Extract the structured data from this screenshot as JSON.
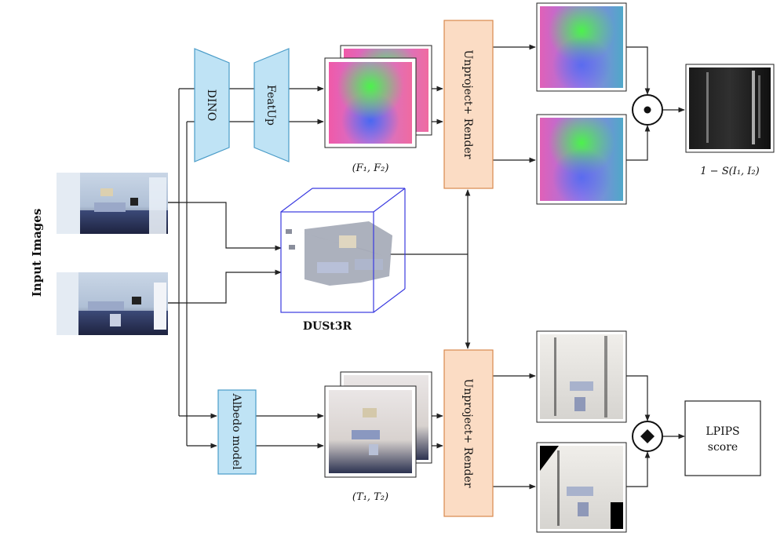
{
  "labels": {
    "input_images": "Input Images",
    "dino": "DINO",
    "featup": "FeatUp",
    "albedo": "Albedo model",
    "unproject_top": "Unproject+ Render",
    "unproject_bottom": "Unproject+ Render",
    "dust3r": "DUSt3R",
    "lpips": "LPIPS",
    "score": "score",
    "f_caption": "(F₁, F₂)",
    "t_caption": "(T₁, T₂)",
    "sim_caption": "1 − S(I₁, I₂)"
  },
  "operators": {
    "elementwise_product": "⊙",
    "lpips_operator": "◆"
  },
  "colors": {
    "blue_box_fill": "#bfe3f5",
    "blue_box_stroke": "#4a9cc8",
    "orange_box_fill": "#fbdcc4",
    "orange_box_stroke": "#d8884e",
    "cube_stroke": "#3a3ae0",
    "line": "#222222"
  },
  "icons": {
    "product_node": "circle-dot-icon",
    "lpips_node": "circle-diamond-icon"
  }
}
